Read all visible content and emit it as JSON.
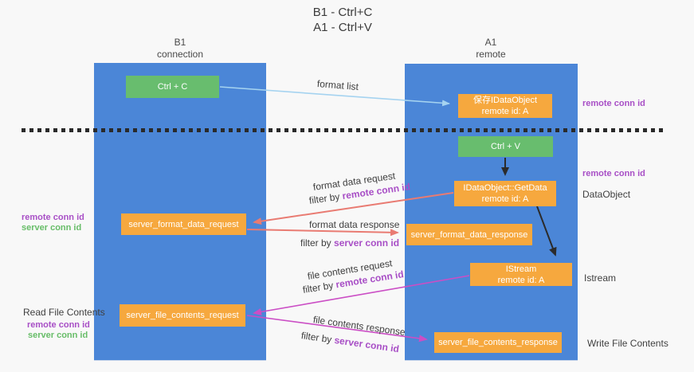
{
  "title": {
    "line1": "B1 - Ctrl+C",
    "line2": "A1 - Ctrl+V"
  },
  "columns": {
    "left": {
      "name": "B1",
      "subtitle": "connection"
    },
    "right": {
      "name": "A1",
      "subtitle": "remote"
    }
  },
  "nodes": {
    "ctrl_c": "Ctrl + C",
    "ctrl_v": "Ctrl + V",
    "save_idataobject": {
      "line1": "保存IDataObject",
      "line2": "remote id: A"
    },
    "getdata": {
      "line1": "IDataObject::GetData",
      "line2": "remote id: A"
    },
    "istream": {
      "line1": "IStream",
      "line2": "remote id: A"
    },
    "server_format_data_request": "server_format_data_request",
    "server_format_data_response": "server_format_data_response",
    "server_file_contents_request": "server_file_contents_request",
    "server_file_contents_response": "server_file_contents_response"
  },
  "labels": {
    "format_list": "format list",
    "format_data_request": "format data request",
    "format_data_response": "format data response",
    "file_contents_request": "file contents request",
    "file_contents_response": "file contents response",
    "filter_by": "filter by",
    "remote_conn_id": "remote conn id",
    "server_conn_id": "server conn id",
    "dataobject": "DataObject",
    "istream_side": "Istream",
    "read_file_contents": "Read File Contents",
    "write_file_contents": "Write File Contents"
  },
  "colors": {
    "column_blue": "#4b86d7",
    "node_green": "#68bd6e",
    "node_orange": "#f6a83e",
    "arrow_light_blue": "#a5d3f0",
    "arrow_red": "#e97b72",
    "arrow_magenta": "#cb4ec5",
    "arrow_black": "#2b2b2b",
    "conn_id_purple": "#a84fc6",
    "conn_id_green": "#67bd68"
  }
}
